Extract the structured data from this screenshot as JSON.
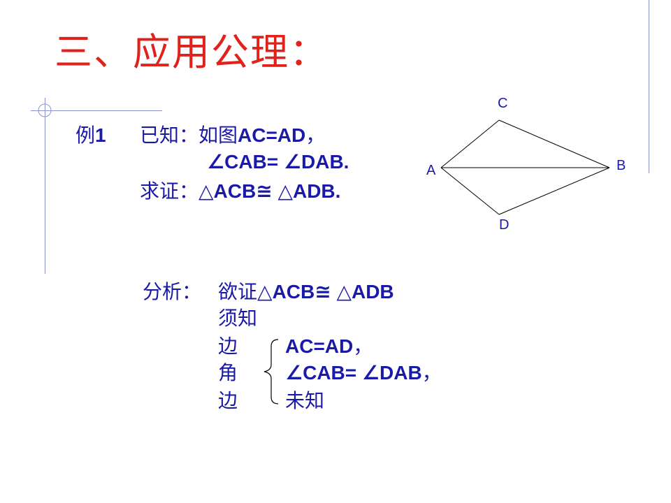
{
  "title": "三、应用公理：",
  "example": {
    "label": "例",
    "number": "1",
    "given_prefix": "已知：如图",
    "given_1": "AC=AD",
    "given_1_end": "，",
    "given_2": "∠CAB= ∠DAB.",
    "prove_prefix": "求证：",
    "prove": "△ACB≅ △ADB."
  },
  "figure": {
    "points": {
      "A": "A",
      "B": "B",
      "C": "C",
      "D": "D"
    }
  },
  "analysis": {
    "label": "分析：",
    "goal_prefix": "欲证",
    "goal": "△ACB≅ △ADB",
    "need": "须知",
    "side1": "边",
    "angle": "角",
    "side2": "边",
    "cond1": "AC=AD",
    "cond1_end": "，",
    "cond2": "∠CAB= ∠DAB",
    "cond2_end": "，",
    "cond3": "未知"
  },
  "colors": {
    "title": "#e0221c",
    "text": "#1a1aa8",
    "decor": "#8a93c8"
  }
}
